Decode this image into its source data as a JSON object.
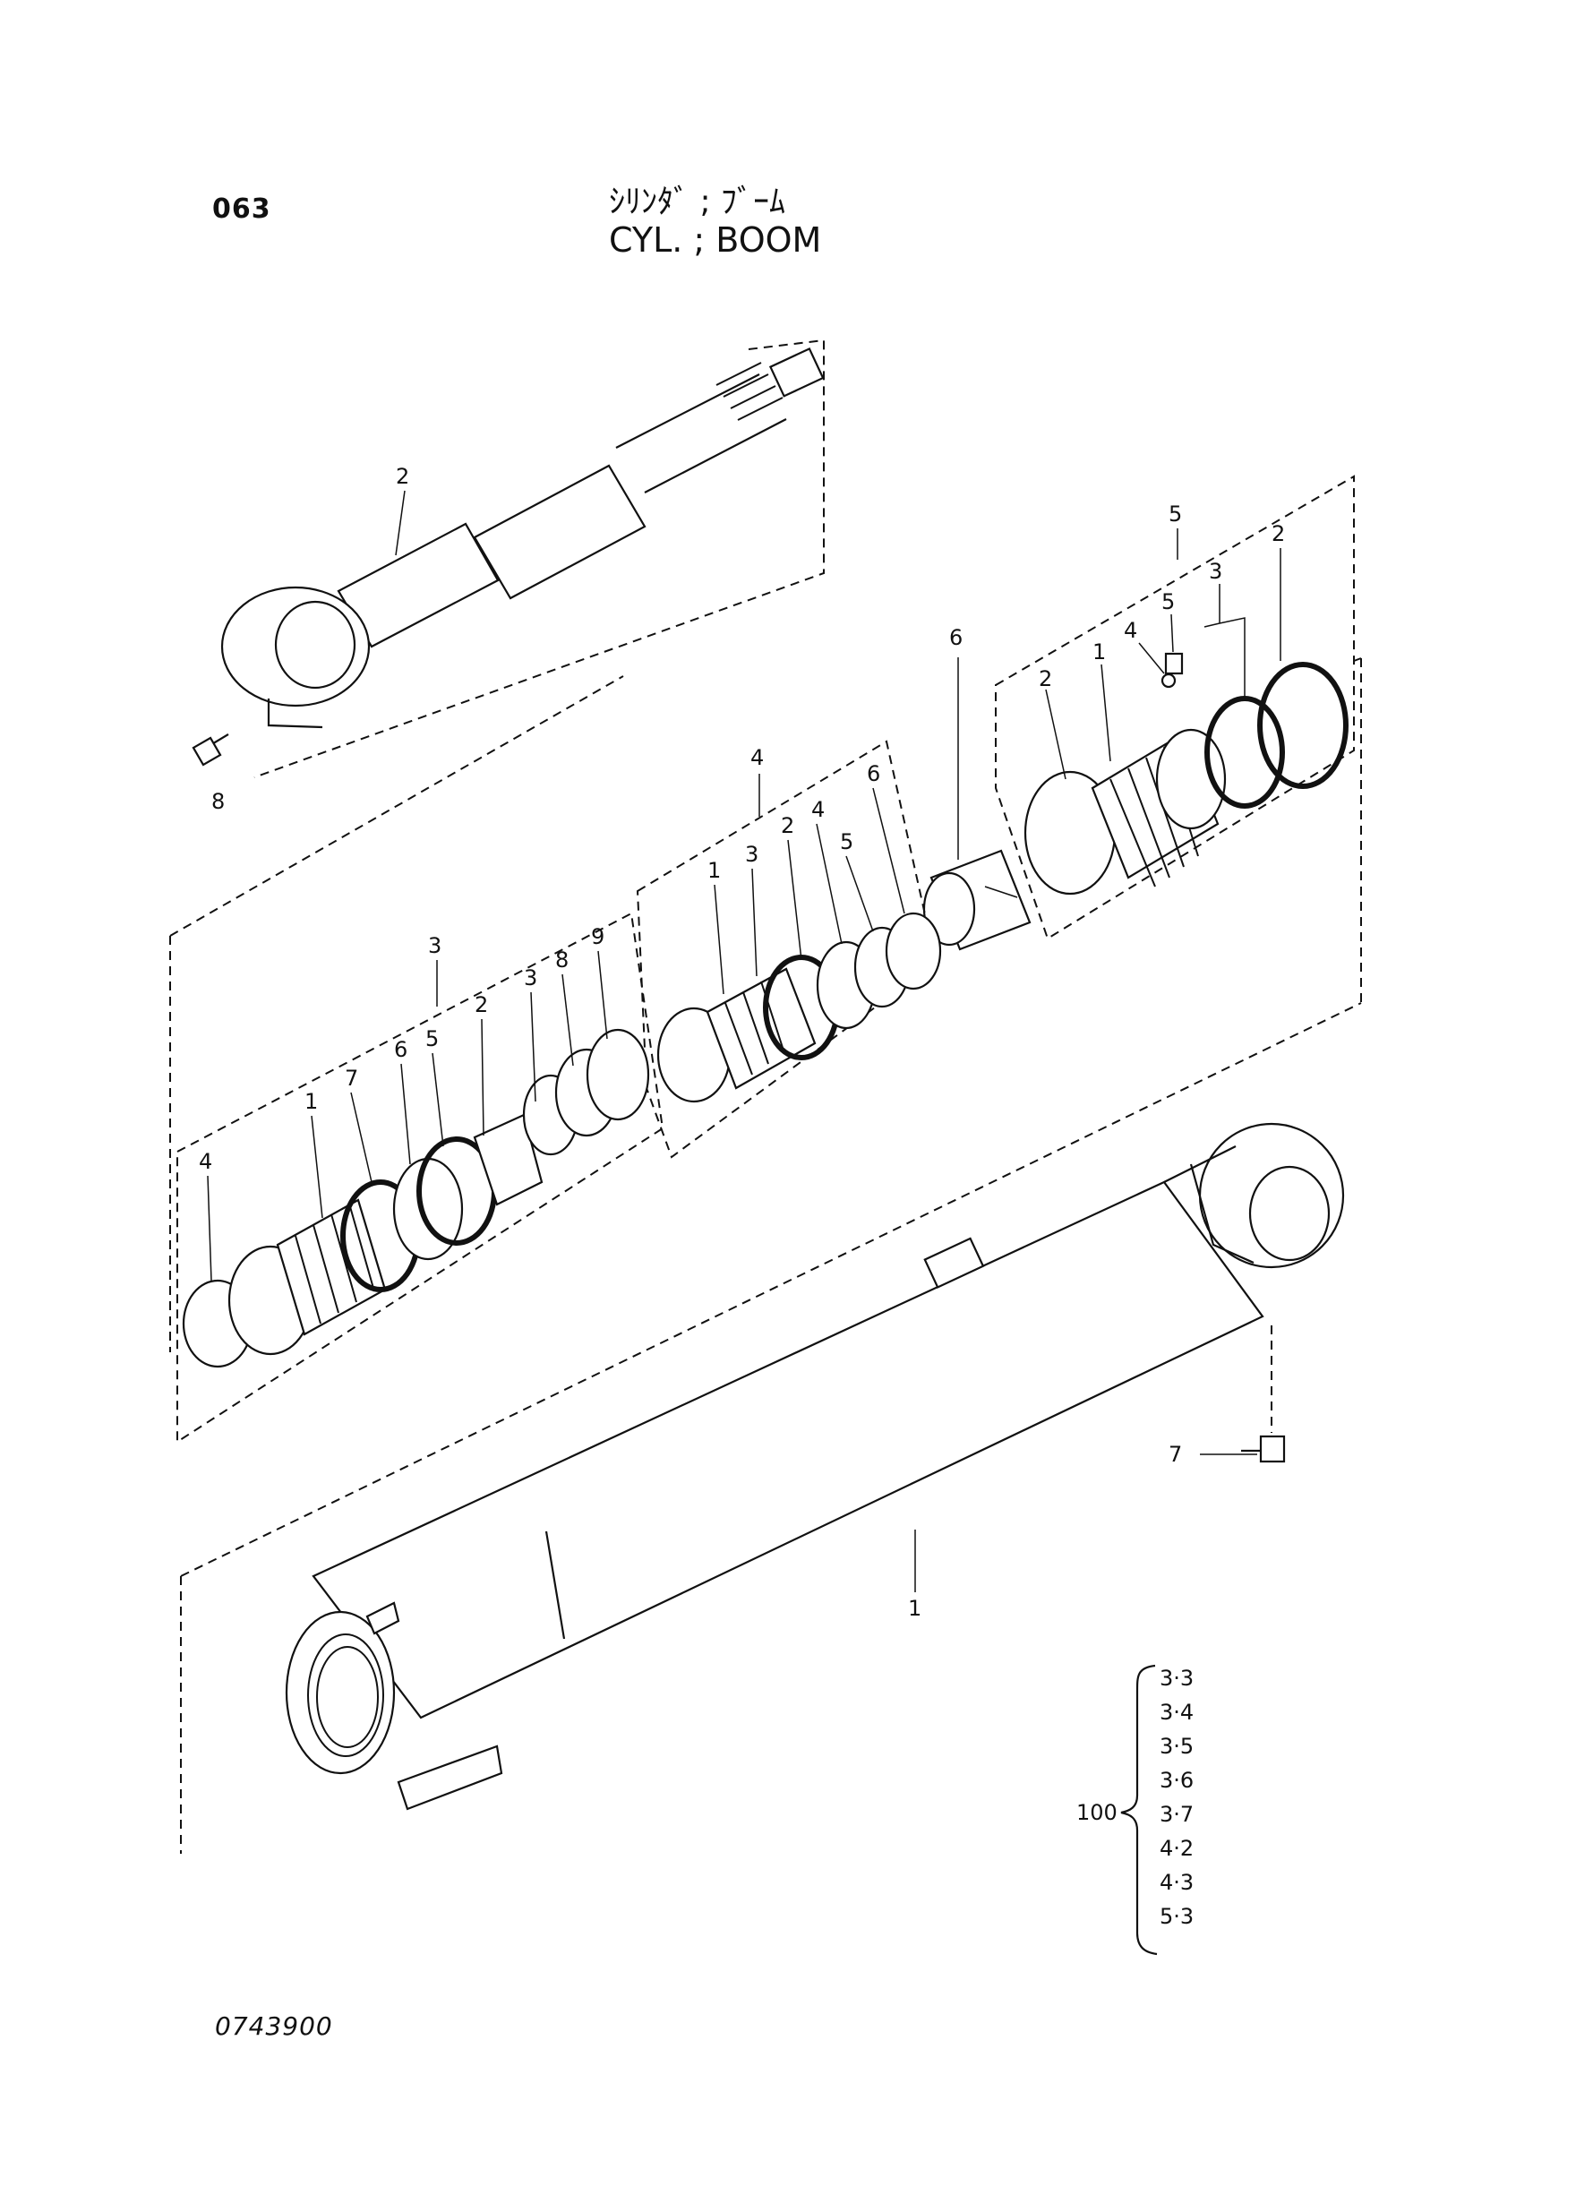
{
  "header": {
    "page_number": "063",
    "title_jp": "ｼﾘﾝﾀﾞ ; ﾌﾞｰﾑ",
    "title_en": "CYL. ; BOOM"
  },
  "callouts": {
    "rod": "2",
    "rod_fitting": "8",
    "tube": "1",
    "tube_fitting": "7",
    "spacer": "6",
    "grp3": {
      "group": "3",
      "items": [
        "4",
        "1",
        "7",
        "6",
        "5",
        "2",
        "3",
        "8",
        "9"
      ]
    },
    "grp4": {
      "group": "4",
      "items": [
        "1",
        "3",
        "2",
        "4",
        "5",
        "6"
      ]
    },
    "grp5": {
      "group": "5",
      "items": [
        "2",
        "1",
        "4",
        "5",
        "3",
        "2"
      ]
    }
  },
  "kit": {
    "label": "100",
    "items": [
      "3·3",
      "3·4",
      "3·5",
      "3·6",
      "3·7",
      "4·2",
      "4·3",
      "5·3"
    ]
  },
  "footer": {
    "drawing_number": "0743900"
  }
}
